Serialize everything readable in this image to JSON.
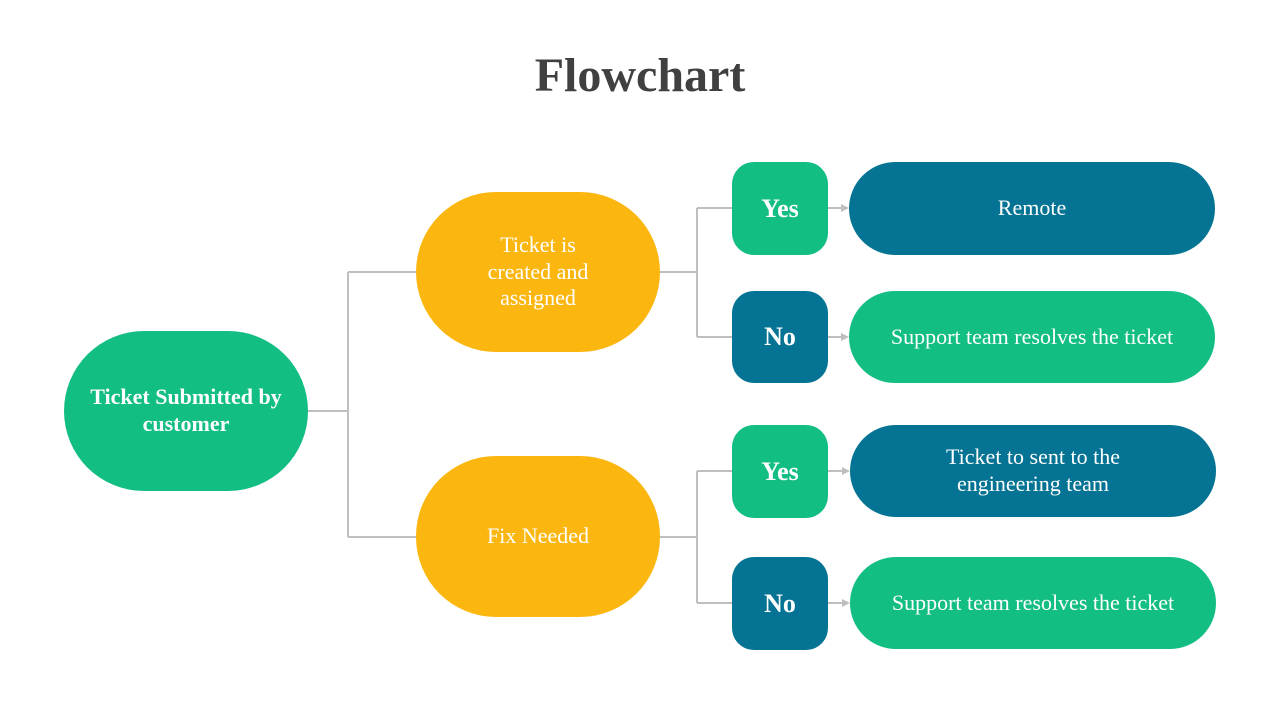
{
  "title": "Flowchart",
  "colors": {
    "green": "#13BE82",
    "yellow": "#FBB710",
    "teal": "#057393",
    "connector": "#BFBFBF",
    "title": "#404040"
  },
  "start": {
    "label": "Ticket Submitted by customer"
  },
  "branches": [
    {
      "label": "Ticket is created and assigned",
      "outcomes": [
        {
          "decision": "Yes",
          "result": "Remote"
        },
        {
          "decision": "No",
          "result": "Support team resolves the ticket"
        }
      ]
    },
    {
      "label": "Fix Needed",
      "outcomes": [
        {
          "decision": "Yes",
          "result": "Ticket to sent to the engineering team"
        },
        {
          "decision": "No",
          "result": "Support team resolves the ticket"
        }
      ]
    }
  ]
}
